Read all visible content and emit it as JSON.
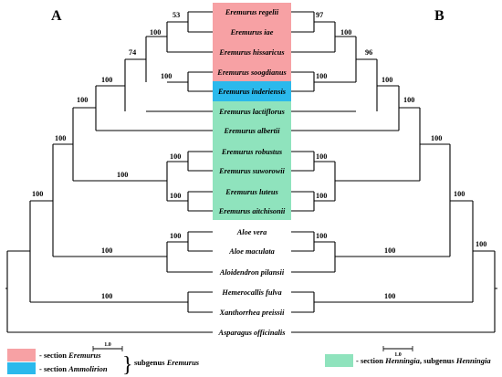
{
  "panels": {
    "left": "A",
    "right": "B"
  },
  "taxa": [
    "Eremurus regelii",
    "Eremurus iae",
    "Eremurus hissaricus",
    "Eremurus soogdianus",
    "Eremurus inderiensis",
    "Eremurus lactiflorus",
    "Eremurus albertii",
    "Eremurus robustus",
    "Eremurus suworowii",
    "Eremurus luteus",
    "Eremurus aitchisonii",
    "Aloe vera",
    "Aloe maculata",
    "Aloidendron pilansii",
    "Hemerocallis fulva",
    "Xanthorrhea preissii",
    "Asparagus officinalis"
  ],
  "support_left": [
    "53",
    "100",
    "74",
    "100",
    "100",
    "100",
    "100",
    "100",
    "100",
    "100",
    "100",
    "100",
    "100",
    "100",
    "100"
  ],
  "support_right": [
    "97",
    "100",
    "96",
    "100",
    "100",
    "100",
    "100",
    "100",
    "100",
    "100",
    "100",
    "100",
    "100",
    "100",
    "100"
  ],
  "scale_label_left": "1.0",
  "scale_label_right": "1.0",
  "legend": {
    "section_eremurus_prefix": "- section ",
    "section_eremurus_name": "Eremurus",
    "section_ammolirion_prefix": "- section ",
    "section_ammolirion_name": "Ammolirion",
    "subgenus_eremurus_prefix": "subgenus ",
    "subgenus_eremurus_name": "Eremurus",
    "henningia_prefix": "- section ",
    "henningia_section": "Henningia",
    "henningia_mid": ", subgenus ",
    "henningia_subgenus": "Henningia",
    "brace": "}"
  },
  "colors": {
    "section_eremurus": "#f7a1a4",
    "section_ammolirion": "#2bb9ec",
    "section_henningia": "#8fe3bd"
  }
}
